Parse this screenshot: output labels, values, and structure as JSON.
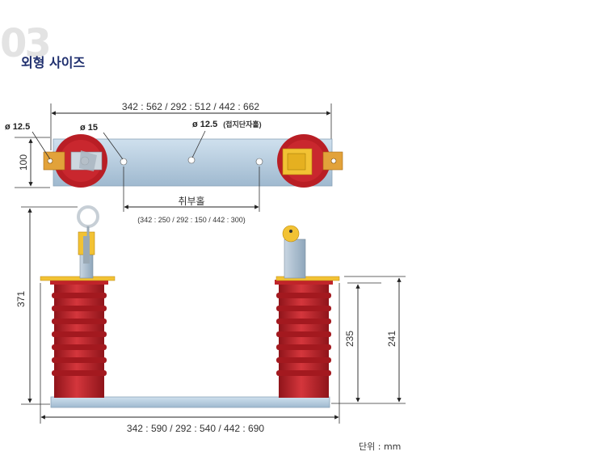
{
  "section": {
    "number": "03",
    "title": "외형 사이즈"
  },
  "dimensions": {
    "top_length": "342 : 562 / 292 : 512 / 442 : 662",
    "hole_left": "ø 12.5",
    "hole_15": "ø 15",
    "hole_ground": "ø 12.5",
    "hole_ground_note": "(접지단자홀)",
    "height_100": "100",
    "mount_hole_label": "취부홀",
    "mount_hole_spacing": "(342 : 250 / 292 : 150 / 442 : 300)",
    "height_371": "371",
    "height_235": "235",
    "height_241": "241",
    "bottom_length": "342 : 590 / 292 : 540 / 442 : 690"
  },
  "unit_label": "단위 : mm",
  "colors": {
    "title": "#1f2f6e",
    "section_number": "#e3e3e3",
    "base_plate": "#b8cfe0",
    "insulator": "#c0242a",
    "terminal": "#e2a23a",
    "contact_yellow": "#f2c234"
  }
}
